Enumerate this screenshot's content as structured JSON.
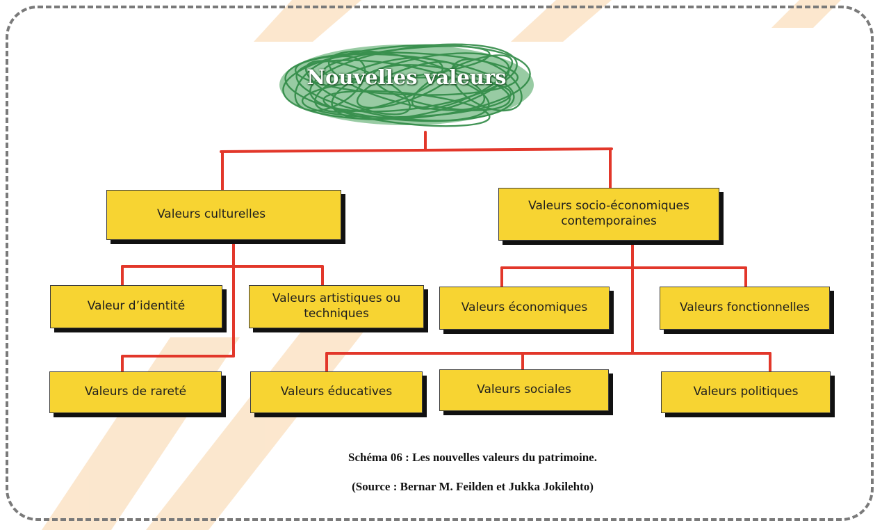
{
  "root": {
    "title": "Nouvelles valeurs"
  },
  "branches": [
    {
      "label": "Valeurs culturelles",
      "children": [
        "Valeur d’identité",
        "Valeurs artistiques ou techniques",
        "Valeurs de rareté"
      ]
    },
    {
      "label": "Valeurs socio-économiques contemporaines",
      "children": [
        "Valeurs économiques",
        "Valeurs fonctionnelles",
        "Valeurs éducatives",
        "Valeurs sociales",
        "Valeurs politiques"
      ]
    }
  ],
  "nodes": {
    "culturelles": "Valeurs culturelles",
    "socio_economiques": "Valeurs socio-économiques contemporaines",
    "identite": "Valeur d’identité",
    "artistiques": "Valeurs artistiques ou techniques",
    "rarete": "Valeurs de rareté",
    "economiques": "Valeurs économiques",
    "fonctionnelles": "Valeurs fonctionnelles",
    "educatives": "Valeurs éducatives",
    "sociales": "Valeurs sociales",
    "politiques": "Valeurs politiques"
  },
  "caption": {
    "line1": "Schéma 06 : Les nouvelles valeurs du patrimoine.",
    "line2": "(Source : Bernar M. Feilden et Jukka Jokilehto)"
  },
  "colors": {
    "box_fill": "#f7d432",
    "connector": "#e2372a",
    "cloud": "#3f9a52",
    "watermark": "#fbe3c6"
  }
}
